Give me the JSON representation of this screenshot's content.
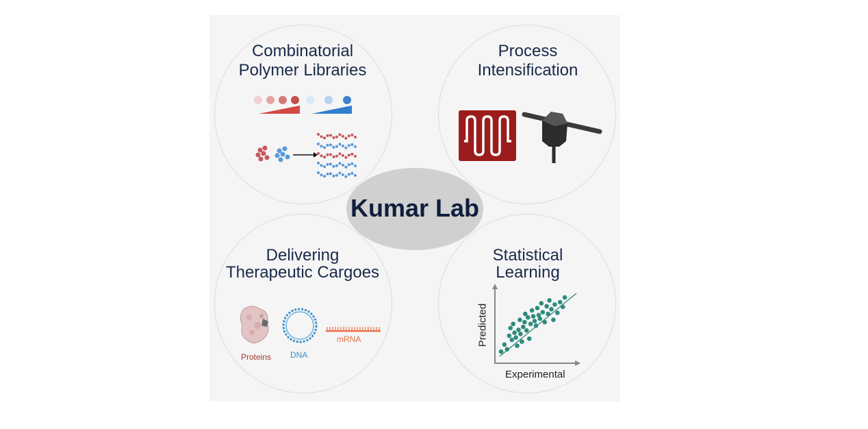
{
  "center": {
    "label": "Kumar Lab"
  },
  "quadrants": {
    "polymer": {
      "title_line1": "Combinatorial",
      "title_line2": "Polymer Libraries"
    },
    "process": {
      "title_line1": "Process",
      "title_line2": "Intensification"
    },
    "delivery": {
      "title_line1": "Delivering",
      "title_line2": "Therapeutic Cargoes",
      "labels": {
        "proteins": "Proteins",
        "dna": "DNA",
        "mrna": "mRNA"
      }
    },
    "learning": {
      "title_line1": "Statistical",
      "title_line2": "Learning",
      "xlabel": "Experimental",
      "ylabel": "Predicted"
    }
  },
  "colors": {
    "title": "#1a2a4a",
    "center_text": "#0f1e3d",
    "center_fill": "#d0d0d0",
    "polymer_red": "#c8585a",
    "polymer_blue": "#4a8fd4",
    "reactor_red": "#9b1c1c",
    "protein_label": "#a33a2e",
    "dna_label": "#3a8fc8",
    "mrna": "#e8734a",
    "scatter": "#2e8b7e"
  },
  "chart_data": {
    "type": "scatter",
    "xlabel": "Experimental",
    "ylabel": "Predicted",
    "x": [
      0.0,
      0.05,
      0.09,
      0.12,
      0.14,
      0.16,
      0.18,
      0.2,
      0.22,
      0.24,
      0.26,
      0.28,
      0.29,
      0.31,
      0.33,
      0.35,
      0.36,
      0.38,
      0.4,
      0.42,
      0.44,
      0.46,
      0.48,
      0.5,
      0.52,
      0.54,
      0.56,
      0.58,
      0.6,
      0.62,
      0.65,
      0.68,
      0.7,
      0.72,
      0.75,
      0.78,
      0.8,
      0.84,
      0.88,
      0.92,
      0.95
    ],
    "y": [
      0.08,
      0.2,
      0.12,
      0.35,
      0.48,
      0.28,
      0.55,
      0.4,
      0.32,
      0.18,
      0.45,
      0.62,
      0.38,
      0.25,
      0.5,
      0.58,
      0.72,
      0.44,
      0.66,
      0.3,
      0.55,
      0.78,
      0.68,
      0.6,
      0.52,
      0.82,
      0.7,
      0.64,
      0.9,
      0.75,
      0.58,
      0.85,
      0.72,
      0.95,
      0.8,
      0.62,
      0.88,
      0.74,
      0.92,
      0.84,
      1.0
    ]
  }
}
